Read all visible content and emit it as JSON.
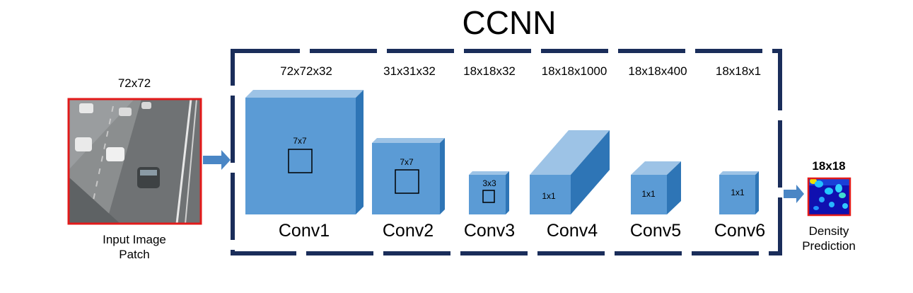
{
  "title": "CCNN",
  "input": {
    "size": "72x72",
    "caption_line1": "Input Image",
    "caption_line2": "Patch"
  },
  "layers": [
    {
      "name": "Conv1",
      "output": "72x72x32",
      "kernel": "7x7"
    },
    {
      "name": "Conv2",
      "output": "31x31x32",
      "kernel": "7x7"
    },
    {
      "name": "Conv3",
      "output": "18x18x32",
      "kernel": "3x3"
    },
    {
      "name": "Conv4",
      "output": "18x18x1000",
      "kernel": "1x1"
    },
    {
      "name": "Conv5",
      "output": "18x18x400",
      "kernel": "1x1"
    },
    {
      "name": "Conv6",
      "output": "18x18x1",
      "kernel": "1x1"
    }
  ],
  "output": {
    "size": "18x18",
    "caption_line1": "Density",
    "caption_line2": "Prediction"
  },
  "colors": {
    "frame": "#1a2d5a",
    "box_front": "#5b9bd5",
    "box_top": "#9dc3e6",
    "box_side": "#2e75b6",
    "arrow": "#4a86c5",
    "input_border": "#e21a1a",
    "density_bg": "#1010b0"
  }
}
